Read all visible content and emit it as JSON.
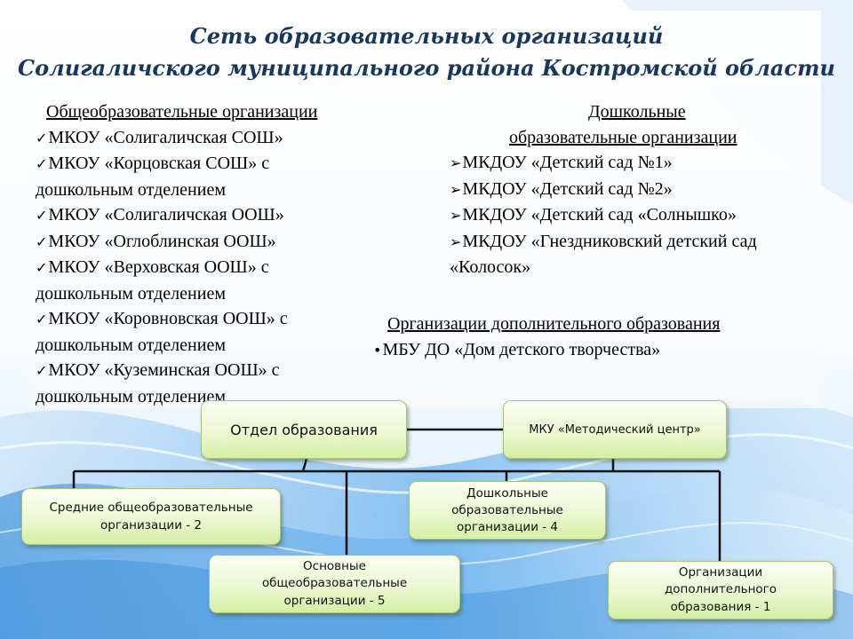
{
  "title": {
    "line1": "Сеть образовательных организаций",
    "line2": "Солигаличского муниципального района Костромской области"
  },
  "general": {
    "heading": "Общеобразовательные организации",
    "marker": "✓",
    "items": [
      {
        "line1": "МКОУ «Солигаличская СОШ»",
        "line2": ""
      },
      {
        "line1": "МКОУ «Корцовская СОШ» с",
        "line2": "дошкольным отделением"
      },
      {
        "line1": "МКОУ «Солигаличская ООШ»",
        "line2": ""
      },
      {
        "line1": "МКОУ «Оглоблинская ООШ»",
        "line2": ""
      },
      {
        "line1": "МКОУ «Верховская ООШ» с",
        "line2": "дошкольным отделением"
      },
      {
        "line1": "МКОУ «Коровновская ООШ» с",
        "line2": "дошкольным отделением"
      },
      {
        "line1": "МКОУ «Куземинская ООШ» с",
        "line2": "дошкольным отделением"
      }
    ]
  },
  "preschool": {
    "heading_line1": "Дошкольные",
    "heading_line2": "образовательные организации",
    "marker": "➢",
    "items": [
      {
        "line1": "МКДОУ «Детский сад №1»",
        "line2": ""
      },
      {
        "line1": "МКДОУ «Детский сад №2»",
        "line2": ""
      },
      {
        "line1": "МКДОУ «Детский сад «Солнышко»",
        "line2": ""
      },
      {
        "line1": "МКДОУ «Гнездниковский детский сад",
        "line2": "«Колосок»"
      }
    ]
  },
  "additional": {
    "heading": "Организации дополнительного образования",
    "marker": "•",
    "items": [
      "МБУ ДО «Дом детского творчества»"
    ]
  },
  "diagram": {
    "department": "Отдел образования",
    "methodical": "МКУ «Методический центр»",
    "secondary": {
      "line1": "Средние общеобразовательные",
      "line2": "организации - 2"
    },
    "preschool": {
      "line1": "Дошкольные",
      "line2": "образовательные",
      "line3": "организации - 4"
    },
    "basic": {
      "line1": "Основные",
      "line2": "общеобразовательные",
      "line3": "организации - 5"
    },
    "additional": {
      "line1": "Организации",
      "line2": "дополнительного",
      "line3": "образования - 1"
    }
  },
  "colors": {
    "title": "#17375e",
    "box_fill": "#edf8d3",
    "box_border": "#a9c476",
    "background_wave": "#2f8ee0"
  }
}
